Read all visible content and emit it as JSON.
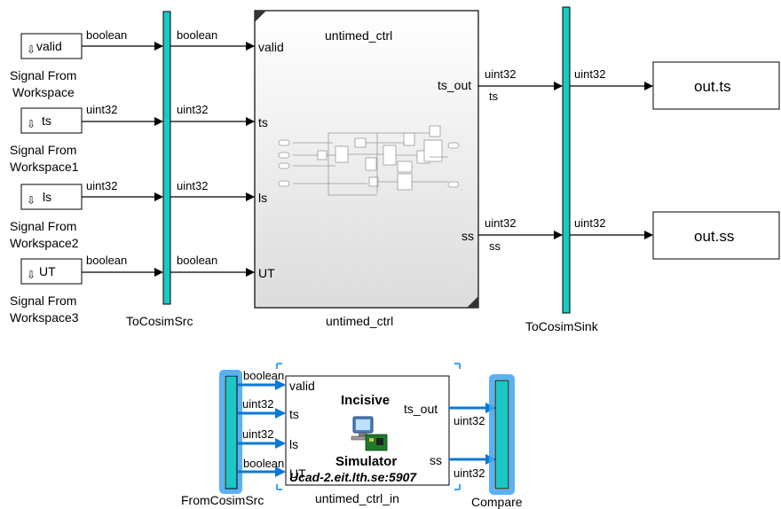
{
  "sources": [
    {
      "icon_text": "valid",
      "signal_type": "boolean",
      "bus_label": "boolean",
      "port": "valid",
      "caption1": "Signal From",
      "caption2": "Workspace"
    },
    {
      "icon_text": "ts",
      "signal_type": "uint32",
      "bus_label": "uint32",
      "port": "ts",
      "caption1": "Signal From",
      "caption2": "Workspace1"
    },
    {
      "icon_text": "ls",
      "signal_type": "uint32",
      "bus_label": "uint32",
      "port": "ls",
      "caption1": "Signal From",
      "caption2": "Workspace2"
    },
    {
      "icon_text": "UT",
      "signal_type": "boolean",
      "bus_label": "boolean",
      "port": "UT",
      "caption1": "Signal From",
      "caption2": "Workspace3"
    }
  ],
  "to_cosim_src": {
    "name": "ToCosimSrc"
  },
  "subsystem": {
    "title": "untimed_ctrl",
    "name": "untimed_ctrl",
    "out_ports": [
      "ts_out",
      "ss"
    ]
  },
  "outputs": [
    {
      "type_label": "uint32",
      "signal_name": "ts",
      "sink_label": "uint32",
      "block_text": "out.ts"
    },
    {
      "type_label": "uint32",
      "signal_name": "ss",
      "sink_label": "uint32",
      "block_text": "out.ss"
    }
  ],
  "to_cosim_sink": {
    "name": "ToCosimSink"
  },
  "cosim": {
    "from_src_name": "FromCosimSrc",
    "in_labels": [
      "boolean",
      "uint32",
      "uint32",
      "boolean"
    ],
    "in_ports": [
      "valid",
      "ts",
      "ls",
      "UT"
    ],
    "out_ports": [
      "ts_out",
      "ss"
    ],
    "out_labels": [
      "uint32",
      "uint32"
    ],
    "brand_top": "Incisive",
    "brand_bottom": "Simulator",
    "host": "Ucad-2.eit.lth.se:5907",
    "block_name": "untimed_ctrl_in",
    "compare_name": "Compare"
  },
  "colors": {
    "teal_bar": "#1cc7c5",
    "brand_text": "#8b3a3a",
    "highlight_line": "#0a78d7",
    "selection_halo": "#3ea3f5"
  }
}
